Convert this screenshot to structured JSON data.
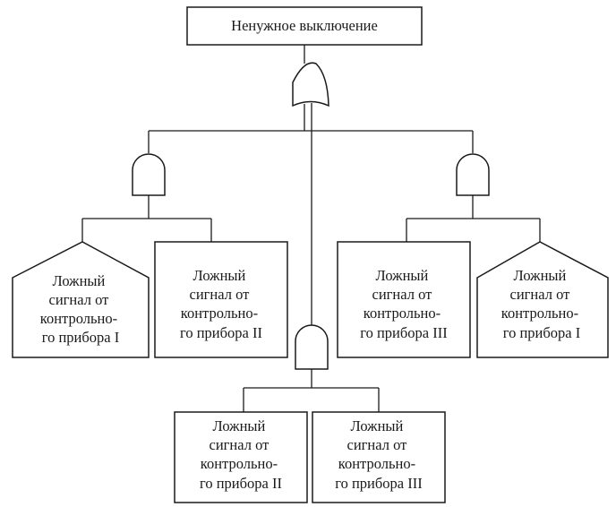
{
  "top_event": {
    "label": "Ненужное выключение"
  },
  "events": {
    "e1": {
      "lines": [
        "Ложный",
        "сигнал от",
        "контрольно-",
        "го прибора I"
      ]
    },
    "e2": {
      "lines": [
        "Ложный",
        "сигнал от",
        "контрольно-",
        "го прибора II"
      ]
    },
    "e3": {
      "lines": [
        "Ложный",
        "сигнал от",
        "контрольно-",
        "го прибора III"
      ]
    },
    "e4": {
      "lines": [
        "Ложный",
        "сигнал от",
        "контрольно-",
        "го прибора I"
      ]
    },
    "e5": {
      "lines": [
        "Ложный",
        "сигнал от",
        "контрольно-",
        "го прибора II"
      ]
    },
    "e6": {
      "lines": [
        "Ложный",
        "сигнал от",
        "контрольно-",
        "го прибора III"
      ]
    }
  },
  "gates": [
    {
      "id": "g-top",
      "type": "or"
    },
    {
      "id": "g-left",
      "type": "and"
    },
    {
      "id": "g-right",
      "type": "and"
    },
    {
      "id": "g-bottom",
      "type": "and"
    }
  ]
}
